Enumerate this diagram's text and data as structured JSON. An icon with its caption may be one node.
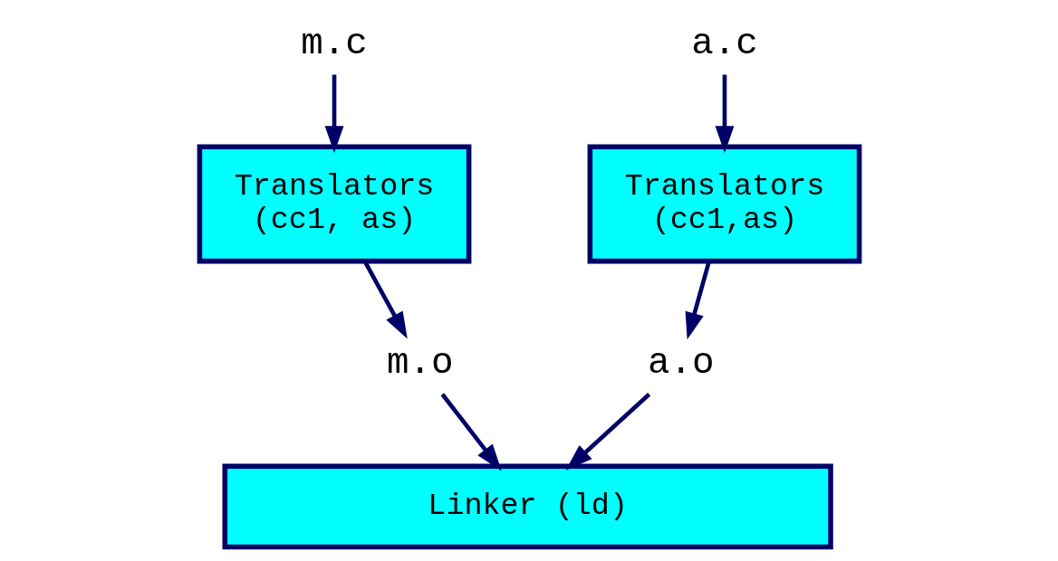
{
  "diagram": {
    "nodes": [
      {
        "text": [
          "m.c"
        ]
      },
      {
        "text": [
          "a.c"
        ]
      },
      {
        "text": [
          "Translators (cc1, as)"
        ]
      },
      {
        "text": [
          "Translators (cc1,as)"
        ]
      },
      {
        "text": [
          "m.o"
        ]
      },
      {
        "text": [
          "a.o"
        ]
      },
      {
        "text": [
          "Linker (ld)"
        ]
      }
    ],
    "edges": [
      {
        "from": 0,
        "to": 2,
        "arrow": "to"
      },
      {
        "from": 1,
        "to": 3,
        "arrow": "to"
      },
      {
        "from": 2,
        "to": 4,
        "arrow": "to"
      },
      {
        "from": 3,
        "to": 5,
        "arrow": "to"
      },
      {
        "from": 4,
        "to": 6,
        "arrow": "to"
      },
      {
        "from": 5,
        "to": 6,
        "arrow": "to"
      }
    ]
  }
}
